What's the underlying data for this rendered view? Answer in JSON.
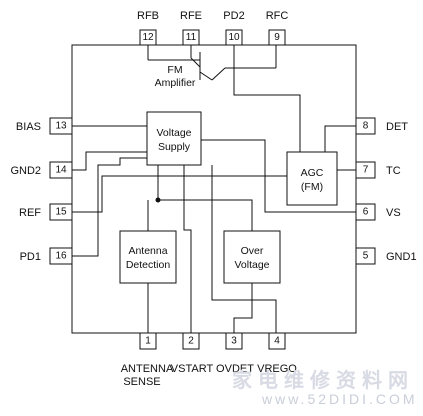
{
  "pins": {
    "p1": {
      "num": "1",
      "label": "ANTENNA",
      "label2": "SENSE"
    },
    "p2": {
      "num": "2",
      "label": "VSTART"
    },
    "p3": {
      "num": "3",
      "label": "OVDET"
    },
    "p4": {
      "num": "4",
      "label": "VREGO"
    },
    "p5": {
      "num": "5",
      "label": "GND1"
    },
    "p6": {
      "num": "6",
      "label": "VS"
    },
    "p7": {
      "num": "7",
      "label": "TC"
    },
    "p8": {
      "num": "8",
      "label": "DET"
    },
    "p9": {
      "num": "9",
      "label": "RFC"
    },
    "p10": {
      "num": "10",
      "label": "PD2"
    },
    "p11": {
      "num": "11",
      "label": "RFE"
    },
    "p12": {
      "num": "12",
      "label": "RFB"
    },
    "p13": {
      "num": "13",
      "label": "BIAS"
    },
    "p14": {
      "num": "14",
      "label": "GND2"
    },
    "p15": {
      "num": "15",
      "label": "REF"
    },
    "p16": {
      "num": "16",
      "label": "PD1"
    }
  },
  "blocks": {
    "fm_amp": {
      "line1": "FM",
      "line2": "Amplifier"
    },
    "voltage_supply": {
      "line1": "Voltage",
      "line2": "Supply"
    },
    "agc": {
      "line1": "AGC",
      "line2": "(FM)"
    },
    "antenna_detection": {
      "line1": "Antenna",
      "line2": "Detection"
    },
    "over_voltage": {
      "line1": "Over",
      "line2": "Voltage"
    }
  },
  "watermark": {
    "text": "家电维修资料网",
    "url": "www.52DIDI.COM"
  }
}
